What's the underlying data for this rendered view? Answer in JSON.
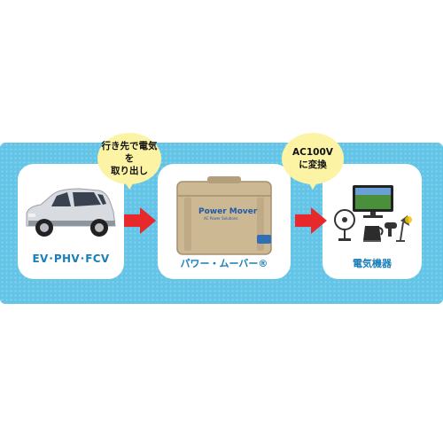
{
  "steps": [
    {
      "label": "EV･PHV･FCV",
      "image": "car"
    },
    {
      "label": "パワー・ムーバー®",
      "image": "power-mover-case"
    },
    {
      "label": "電気機器",
      "image": "electric-appliances"
    }
  ],
  "bubbles": [
    {
      "line1": "行き先で電気を",
      "line2": "取り出し"
    },
    {
      "line1": "AC100V",
      "line2": "に変換"
    }
  ],
  "case_text": {
    "brand": "Power Mover",
    "sub": "AC Power Solutions"
  },
  "colors": {
    "band": "#62c4e6",
    "arrow": "#e8292c",
    "label": "#1a7fb8",
    "bubble": "#fcf3a4",
    "case": "#cdb894"
  },
  "icons": [
    "car-icon",
    "case-icon",
    "tv-icon",
    "fan-icon",
    "kettle-icon",
    "hair-dryer-icon",
    "lamp-icon"
  ]
}
